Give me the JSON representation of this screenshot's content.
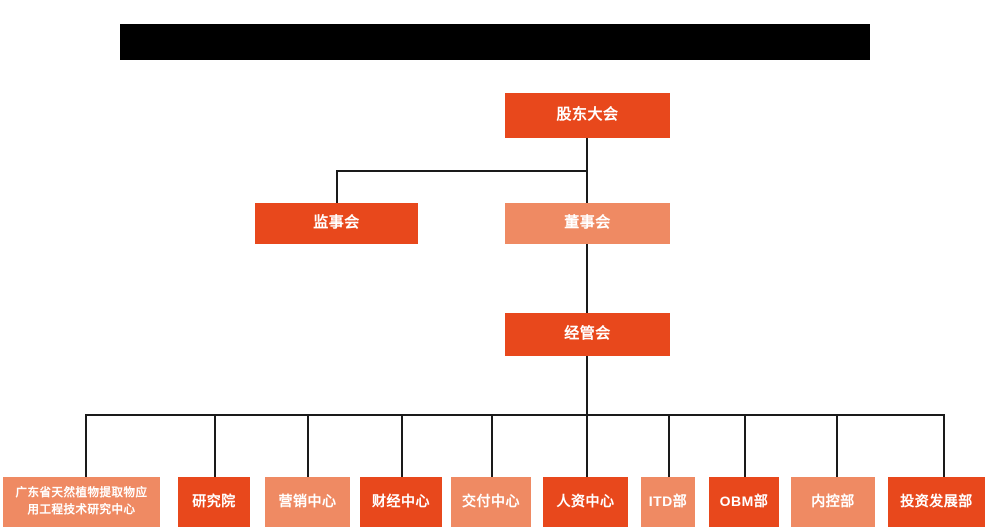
{
  "chart_data": {
    "type": "diagram",
    "title": "",
    "diagram_kind": "organization-chart",
    "colors": {
      "dark_orange": "#E8481C",
      "light_salmon": "#EF8A63",
      "connector": "#1a1a1a",
      "redaction": "#000000",
      "background": "#ffffff",
      "label_text": "#ffffff"
    },
    "levels": [
      {
        "level": 1,
        "nodes": [
          "股东大会"
        ]
      },
      {
        "level": 2,
        "nodes": [
          "监事会",
          "董事会"
        ]
      },
      {
        "level": 3,
        "nodes": [
          "经管会"
        ]
      },
      {
        "level": 4,
        "nodes": [
          "广东省天然植物提取物应用工程技术研究中心",
          "研究院",
          "营销中心",
          "财经中心",
          "交付中心",
          "人资中心",
          "ITD部",
          "OBM部",
          "内控部",
          "投资发展部"
        ]
      }
    ],
    "edges": [
      {
        "from": "股东大会",
        "to": "监事会"
      },
      {
        "from": "股东大会",
        "to": "董事会"
      },
      {
        "from": "董事会",
        "to": "经管会"
      },
      {
        "from": "经管会",
        "to": "广东省天然植物提取物应用工程技术研究中心"
      },
      {
        "from": "经管会",
        "to": "研究院"
      },
      {
        "from": "经管会",
        "to": "营销中心"
      },
      {
        "from": "经管会",
        "to": "财经中心"
      },
      {
        "from": "经管会",
        "to": "交付中心"
      },
      {
        "from": "经管会",
        "to": "人资中心"
      },
      {
        "from": "经管会",
        "to": "ITD部"
      },
      {
        "from": "经管会",
        "to": "OBM部"
      },
      {
        "from": "经管会",
        "to": "内控部"
      },
      {
        "from": "经管会",
        "to": "投资发展部"
      }
    ]
  },
  "chart": {
    "shareholders_meeting": "股东大会",
    "board_of_supervisors": "监事会",
    "board_of_directors": "董事会",
    "management_committee": "经管会",
    "departments": [
      {
        "label_line1": "广东省天然植物提取物应",
        "label_line2": "用工程技术研究中心"
      },
      {
        "label": "研究院"
      },
      {
        "label": "营销中心"
      },
      {
        "label": "财经中心"
      },
      {
        "label": "交付中心"
      },
      {
        "label": "人资中心"
      },
      {
        "label": "ITD部"
      },
      {
        "label": "OBM部"
      },
      {
        "label": "内控部"
      },
      {
        "label": "投资发展部"
      }
    ]
  },
  "redaction": {
    "label": ""
  }
}
